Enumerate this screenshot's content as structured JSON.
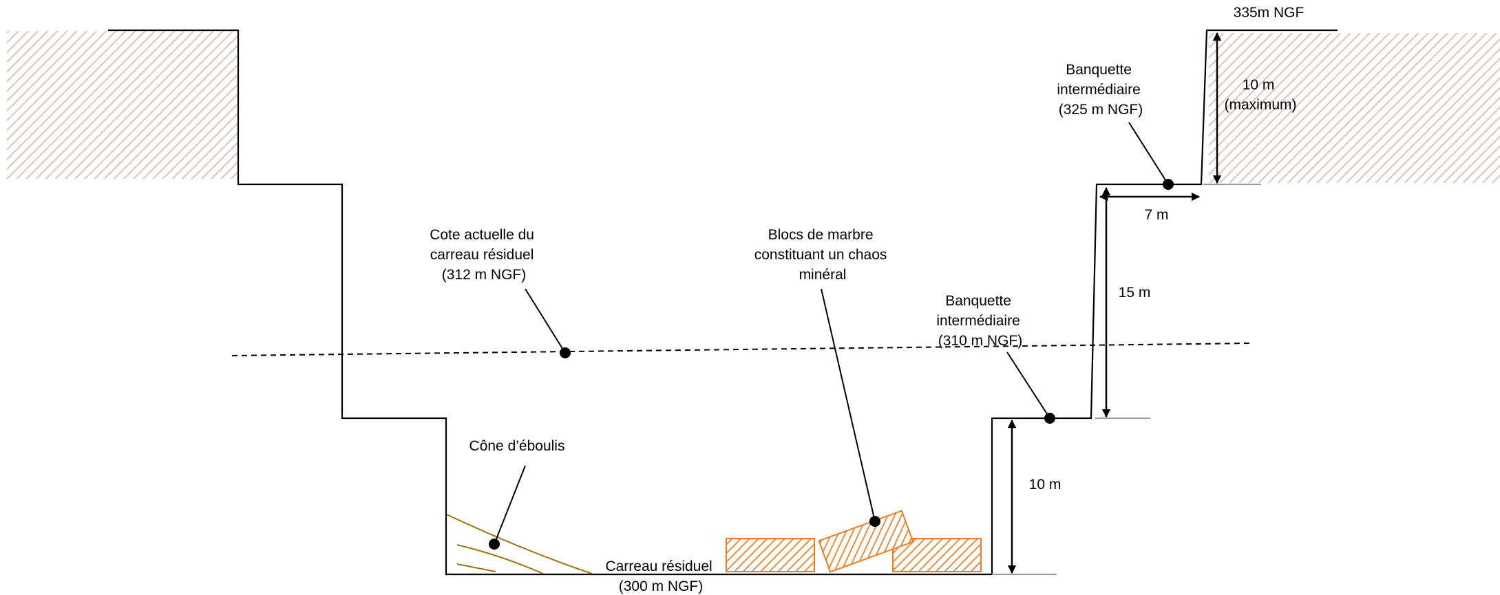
{
  "labels": {
    "top_right_elevation": "335m NGF",
    "upper_bench": [
      "Banquette",
      "intermédiaire",
      "(325 m NGF)"
    ],
    "upper_step_height": [
      "10 m",
      "(maximum)"
    ],
    "bench_width": "7 m",
    "middle_height": "15 m",
    "current_level": [
      "Cote actuelle du",
      "carreau résiduel",
      "(312 m NGF)"
    ],
    "marble_blocks": [
      "Blocs de marbre",
      "constituant un chaos",
      "minéral"
    ],
    "lower_bench": [
      "Banquette",
      "intermédiaire",
      "(310 m NGF)"
    ],
    "scree_cone": "Cône d’éboulis",
    "lower_height": "10 m",
    "floor": [
      "Carreau résiduel",
      "(300 m NGF)"
    ]
  },
  "colors": {
    "profile_line": "#000000",
    "terrain_hatch": "#d8c5b8",
    "marble_blocks": "#f07c1e",
    "scree_lines": "#a0720f",
    "reference_lines": "#999999"
  }
}
